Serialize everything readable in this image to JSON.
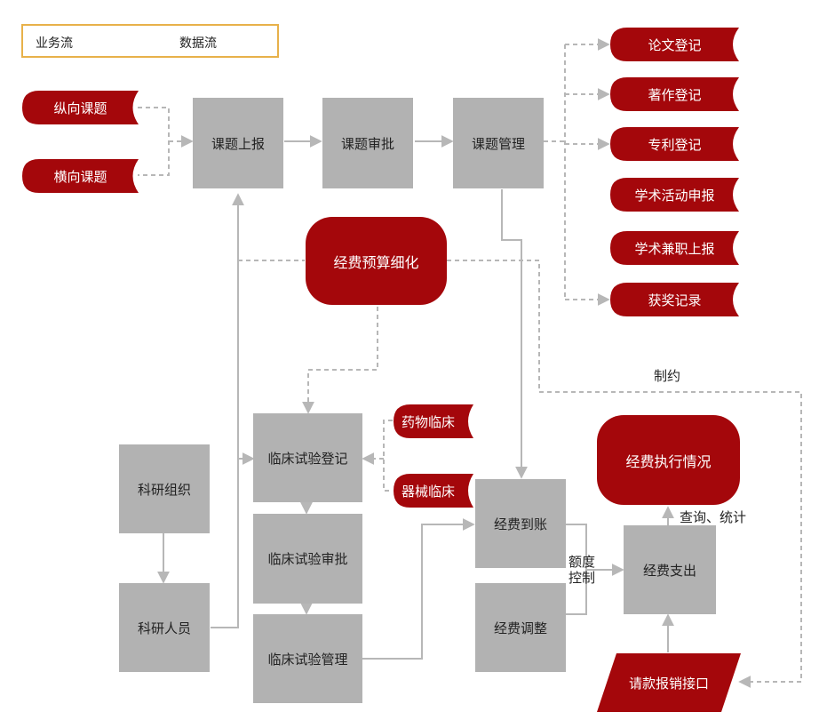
{
  "legend": {
    "business_flow": "业务流",
    "data_flow": "数据流"
  },
  "topics": {
    "vertical": "纵向课题",
    "horizontal": "横向课题"
  },
  "process": {
    "report": "课题上报",
    "approve": "课题审批",
    "manage": "课题管理"
  },
  "outputs": [
    "论文登记",
    "著作登记",
    "专利登记",
    "学术活动申报",
    "学术兼职上报",
    "获奖记录"
  ],
  "budget": "经费预算细化",
  "constraint_label": "制约",
  "clinical": {
    "register": "临床试验登记",
    "approve": "临床试验审批",
    "manage": "临床试验管理",
    "drug": "药物临床",
    "device": "器械临床"
  },
  "org": {
    "organization": "科研组织",
    "personnel": "科研人员"
  },
  "funds": {
    "arrival": "经费到账",
    "adjust": "经费调整",
    "expense": "经费支出",
    "execution": "经费执行情况",
    "interface": "请款报销接口",
    "quota_line1": "额度",
    "quota_line2": "控制",
    "query_stats": "查询、统计"
  },
  "colors": {
    "red": "#a4070b",
    "gray_box": "#b2b2b2",
    "line": "#b7b7b7",
    "legend_border": "#e8b14a"
  }
}
